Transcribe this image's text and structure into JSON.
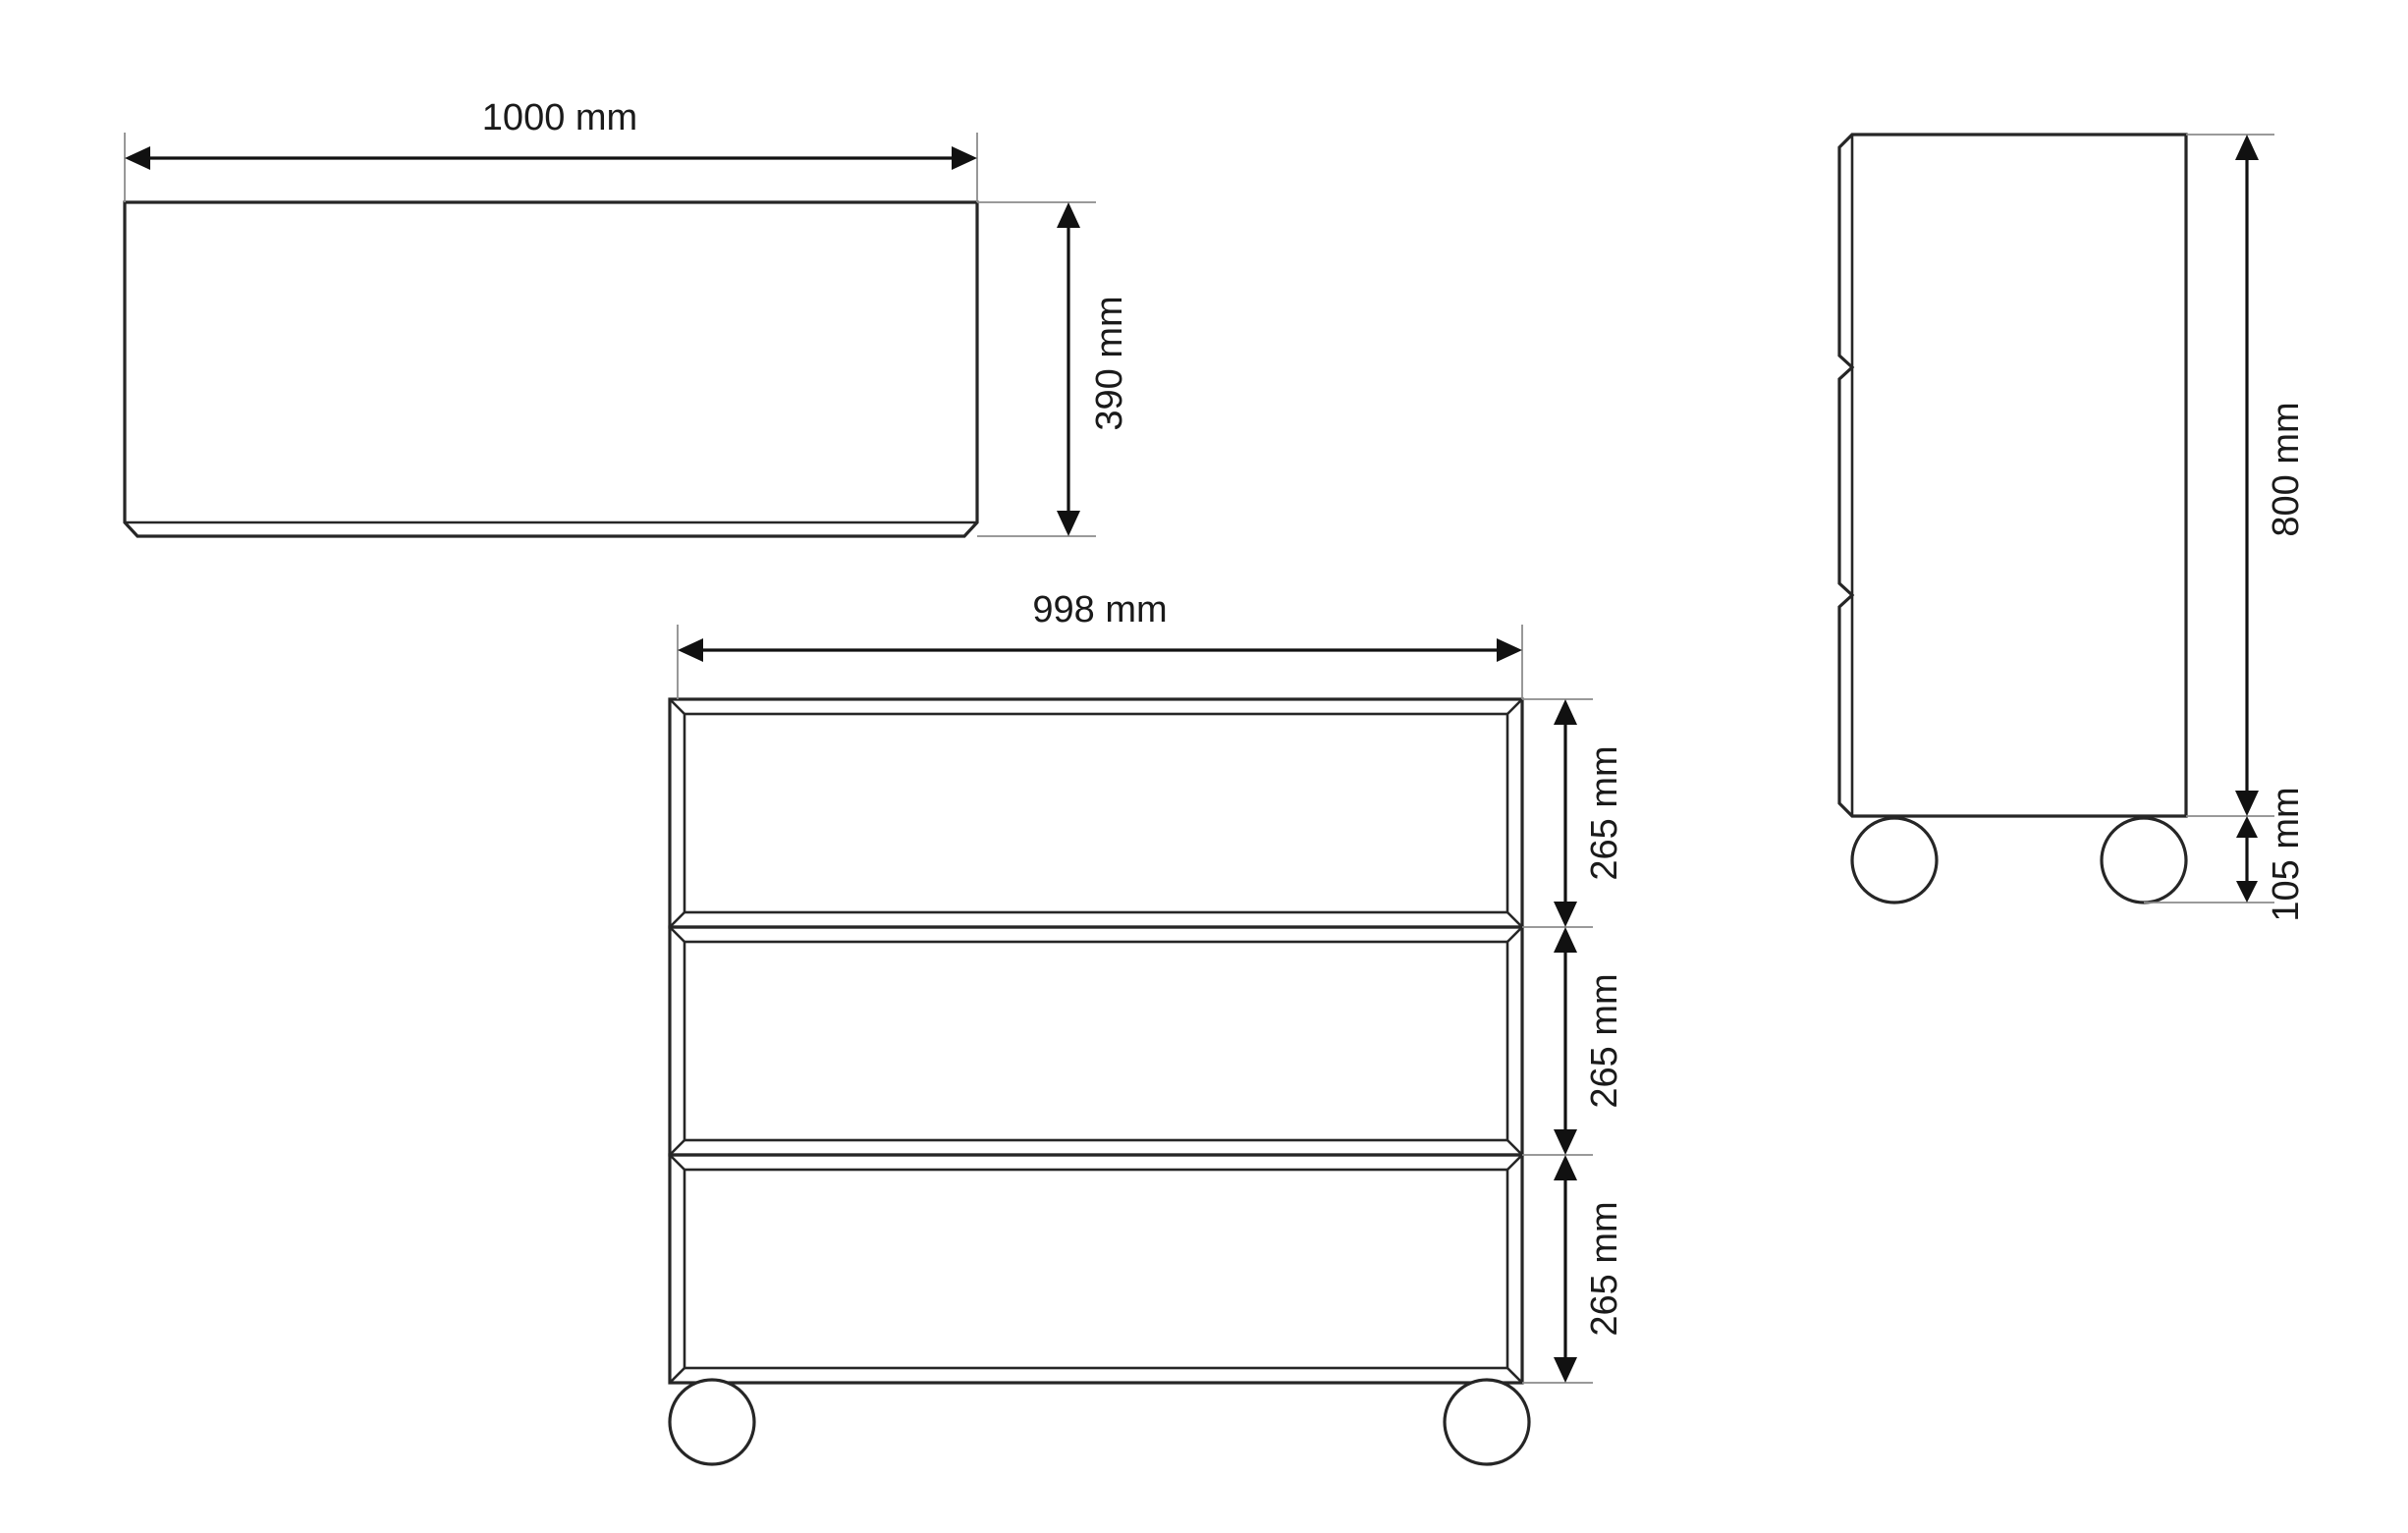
{
  "dimensions": {
    "top_width": "1000 mm",
    "top_depth": "390 mm",
    "front_width": "998 mm",
    "drawer_1_height": "265 mm",
    "drawer_2_height": "265 mm",
    "drawer_3_height": "265 mm",
    "side_body_height": "800 mm",
    "side_wheel_height": "105 mm"
  },
  "colors": {
    "line": "#262626",
    "extension": "#8c8c8c",
    "background": "#ffffff"
  }
}
